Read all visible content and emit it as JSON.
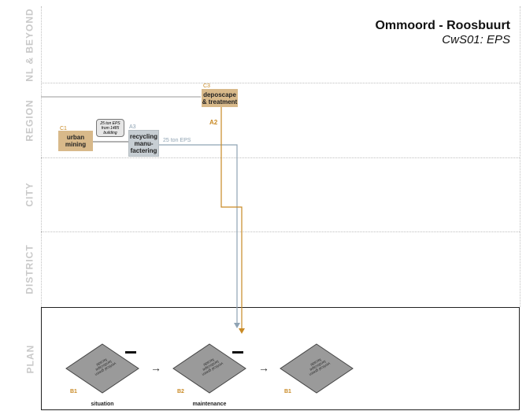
{
  "title": {
    "main": "Ommoord - Roosbuurt",
    "sub": "CwS01: EPS"
  },
  "lanes": [
    "NL & BEYOND",
    "REGION",
    "CITY",
    "DISTRICT",
    "PLAN"
  ],
  "nodes": {
    "urban_mining": {
      "code": "C1",
      "label": "urban mining"
    },
    "recycling": {
      "code": "A3",
      "label": "recycling manu- factering"
    },
    "deposcape": {
      "code": "C3",
      "label": "deposcape & treatment"
    }
  },
  "callout": "25 ton EPS from 1485 building",
  "flow_label": "25 ton EPS",
  "flow_code": "A2",
  "plan": {
    "steps": [
      {
        "code": "B1",
        "caption": "situation",
        "diamond_text": "vertical green landscape facade"
      },
      {
        "code": "B2",
        "caption": "maintenance",
        "diamond_text": "vertical green landscape facade"
      },
      {
        "code": "B1",
        "caption": "",
        "diamond_text": "vertical green landscape facade"
      }
    ],
    "arrow_glyph": "→"
  },
  "colors": {
    "tan": "#d8b98a",
    "gray_node": "#c7ced3",
    "gray_flow": "#8fa3b3",
    "orange_flow": "#c98a25"
  }
}
